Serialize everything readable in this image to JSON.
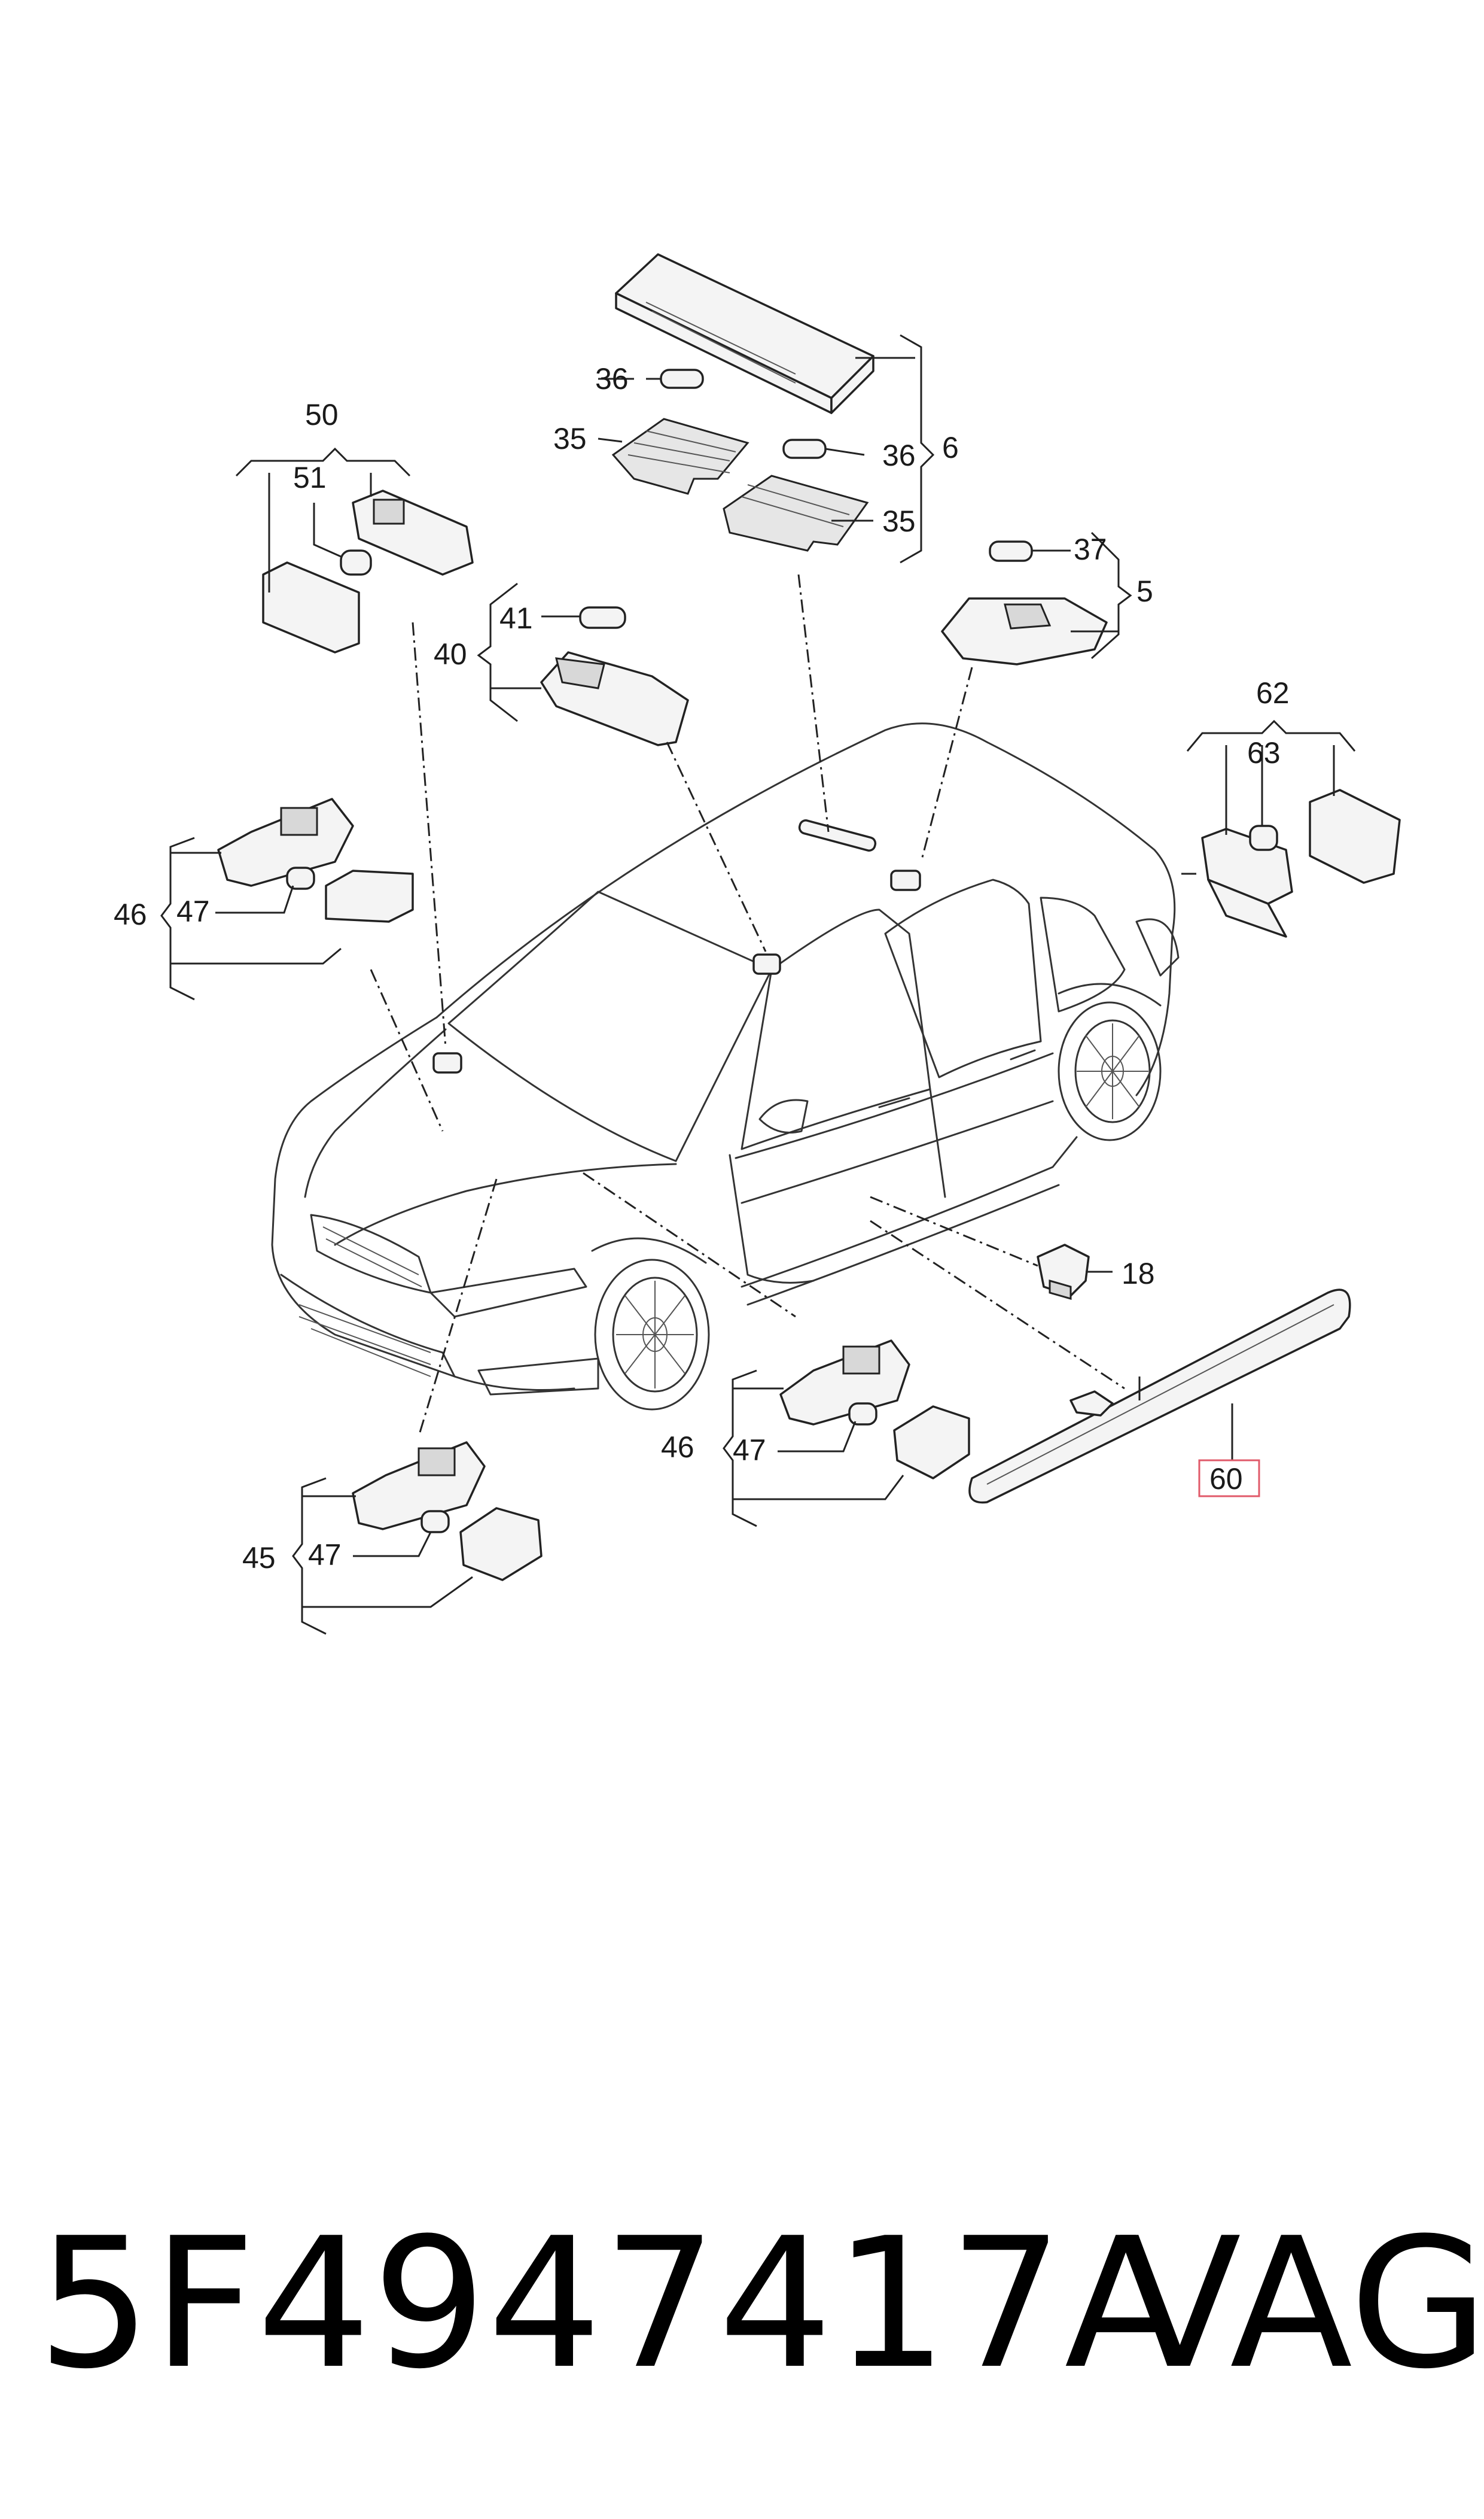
{
  "callouts": {
    "c50": "50",
    "c51": "51",
    "c40": "40",
    "c41": "41",
    "c36a": "36",
    "c36b": "36",
    "c35a": "35",
    "c35b": "35",
    "c6": "6",
    "c37": "37",
    "c5": "5",
    "c62": "62",
    "c63": "63",
    "c46a": "46",
    "c47a": "47",
    "c18": "18",
    "c46b": "46",
    "c47b": "47",
    "c45": "45",
    "c47c": "47",
    "c60": "60"
  },
  "footer": {
    "part_number": "5F4947417A",
    "brand": "VAG"
  },
  "colors": {
    "line": "#222222",
    "highlight_box": "#e05a6a",
    "background": "#ffffff"
  }
}
